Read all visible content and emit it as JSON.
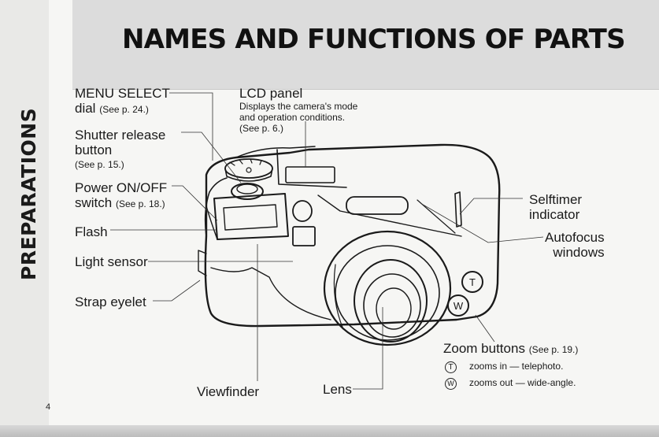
{
  "page": {
    "title": "NAMES AND FUNCTIONS OF PARTS",
    "section": "PREPARATIONS",
    "page_number": "4"
  },
  "labels": {
    "menu_select": {
      "name": "MENU SELECT",
      "name2": "dial",
      "ref": "(See p. 24.)"
    },
    "lcd_panel": {
      "name": "LCD panel",
      "desc1": "Displays the camera's mode",
      "desc2": "and operation conditions.",
      "ref": "(See p. 6.)"
    },
    "shutter": {
      "name": "Shutter release",
      "name2": "button",
      "ref": "(See p. 15.)"
    },
    "power": {
      "name": "Power ON/OFF",
      "name2": "switch",
      "ref": "(See p. 18.)"
    },
    "flash": {
      "name": "Flash"
    },
    "light_sensor": {
      "name": "Light sensor"
    },
    "strap": {
      "name": "Strap eyelet"
    },
    "selftimer": {
      "name": "Selftimer",
      "name2": "indicator"
    },
    "autofocus": {
      "name": "Autofocus",
      "name2": "windows"
    },
    "zoom": {
      "name": "Zoom buttons",
      "ref": "(See p. 19.)",
      "t_symbol": "T",
      "w_symbol": "W",
      "t_desc": "zooms in — telephoto.",
      "w_desc": "zooms out — wide-angle."
    },
    "viewfinder": {
      "name": "Viewfinder"
    },
    "lens": {
      "name": "Lens"
    }
  },
  "icons": [
    "camera-illustration",
    "zoom-t-icon",
    "zoom-w-icon"
  ]
}
